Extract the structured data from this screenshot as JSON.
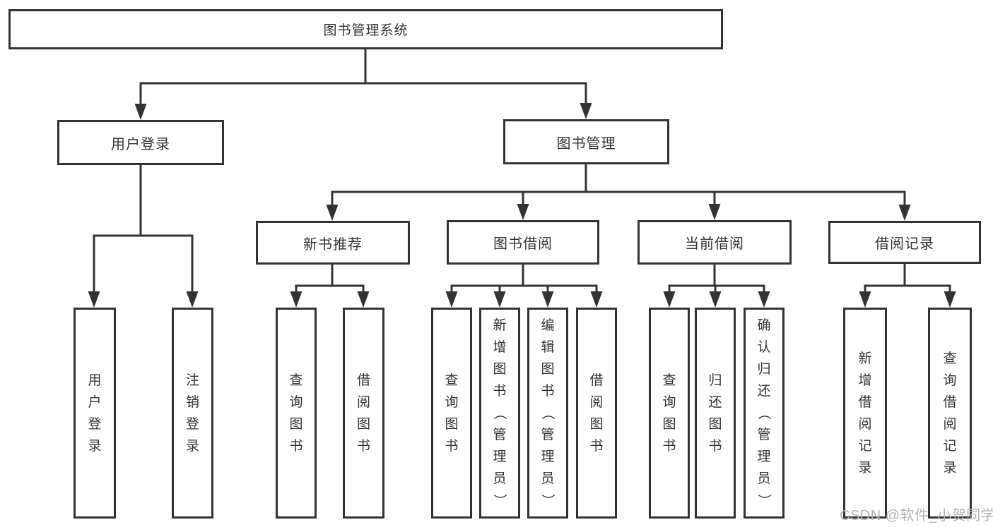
{
  "diagram": {
    "root": {
      "label": "图书管理系统"
    },
    "level2": {
      "user_login": {
        "label": "用户登录"
      },
      "book_mgmt": {
        "label": "图书管理"
      }
    },
    "level3": {
      "new_book": {
        "label": "新书推荐"
      },
      "book_borrow": {
        "label": "图书借阅"
      },
      "current_borrow": {
        "label": "当前借阅"
      },
      "borrow_record": {
        "label": "借阅记录"
      }
    },
    "leaves": {
      "user_login": [
        "用户登录",
        "注销登录"
      ],
      "new_book": [
        "查询图书",
        "借阅图书"
      ],
      "book_borrow": [
        "查询图书",
        "新增图书（管理员）",
        "编辑图书（管理员）",
        "借阅图书"
      ],
      "current_borrow": [
        "查询图书",
        "归还图书",
        "确认归还（管理员）"
      ],
      "borrow_record": [
        "新增借阅记录",
        "查询借阅记录"
      ]
    }
  },
  "watermark": {
    "text": "CSDN @软件_小贺同学"
  },
  "colors": {
    "line": "#333333",
    "text": "#333333",
    "background": "#ffffff",
    "watermark": "#b4b4b8"
  }
}
